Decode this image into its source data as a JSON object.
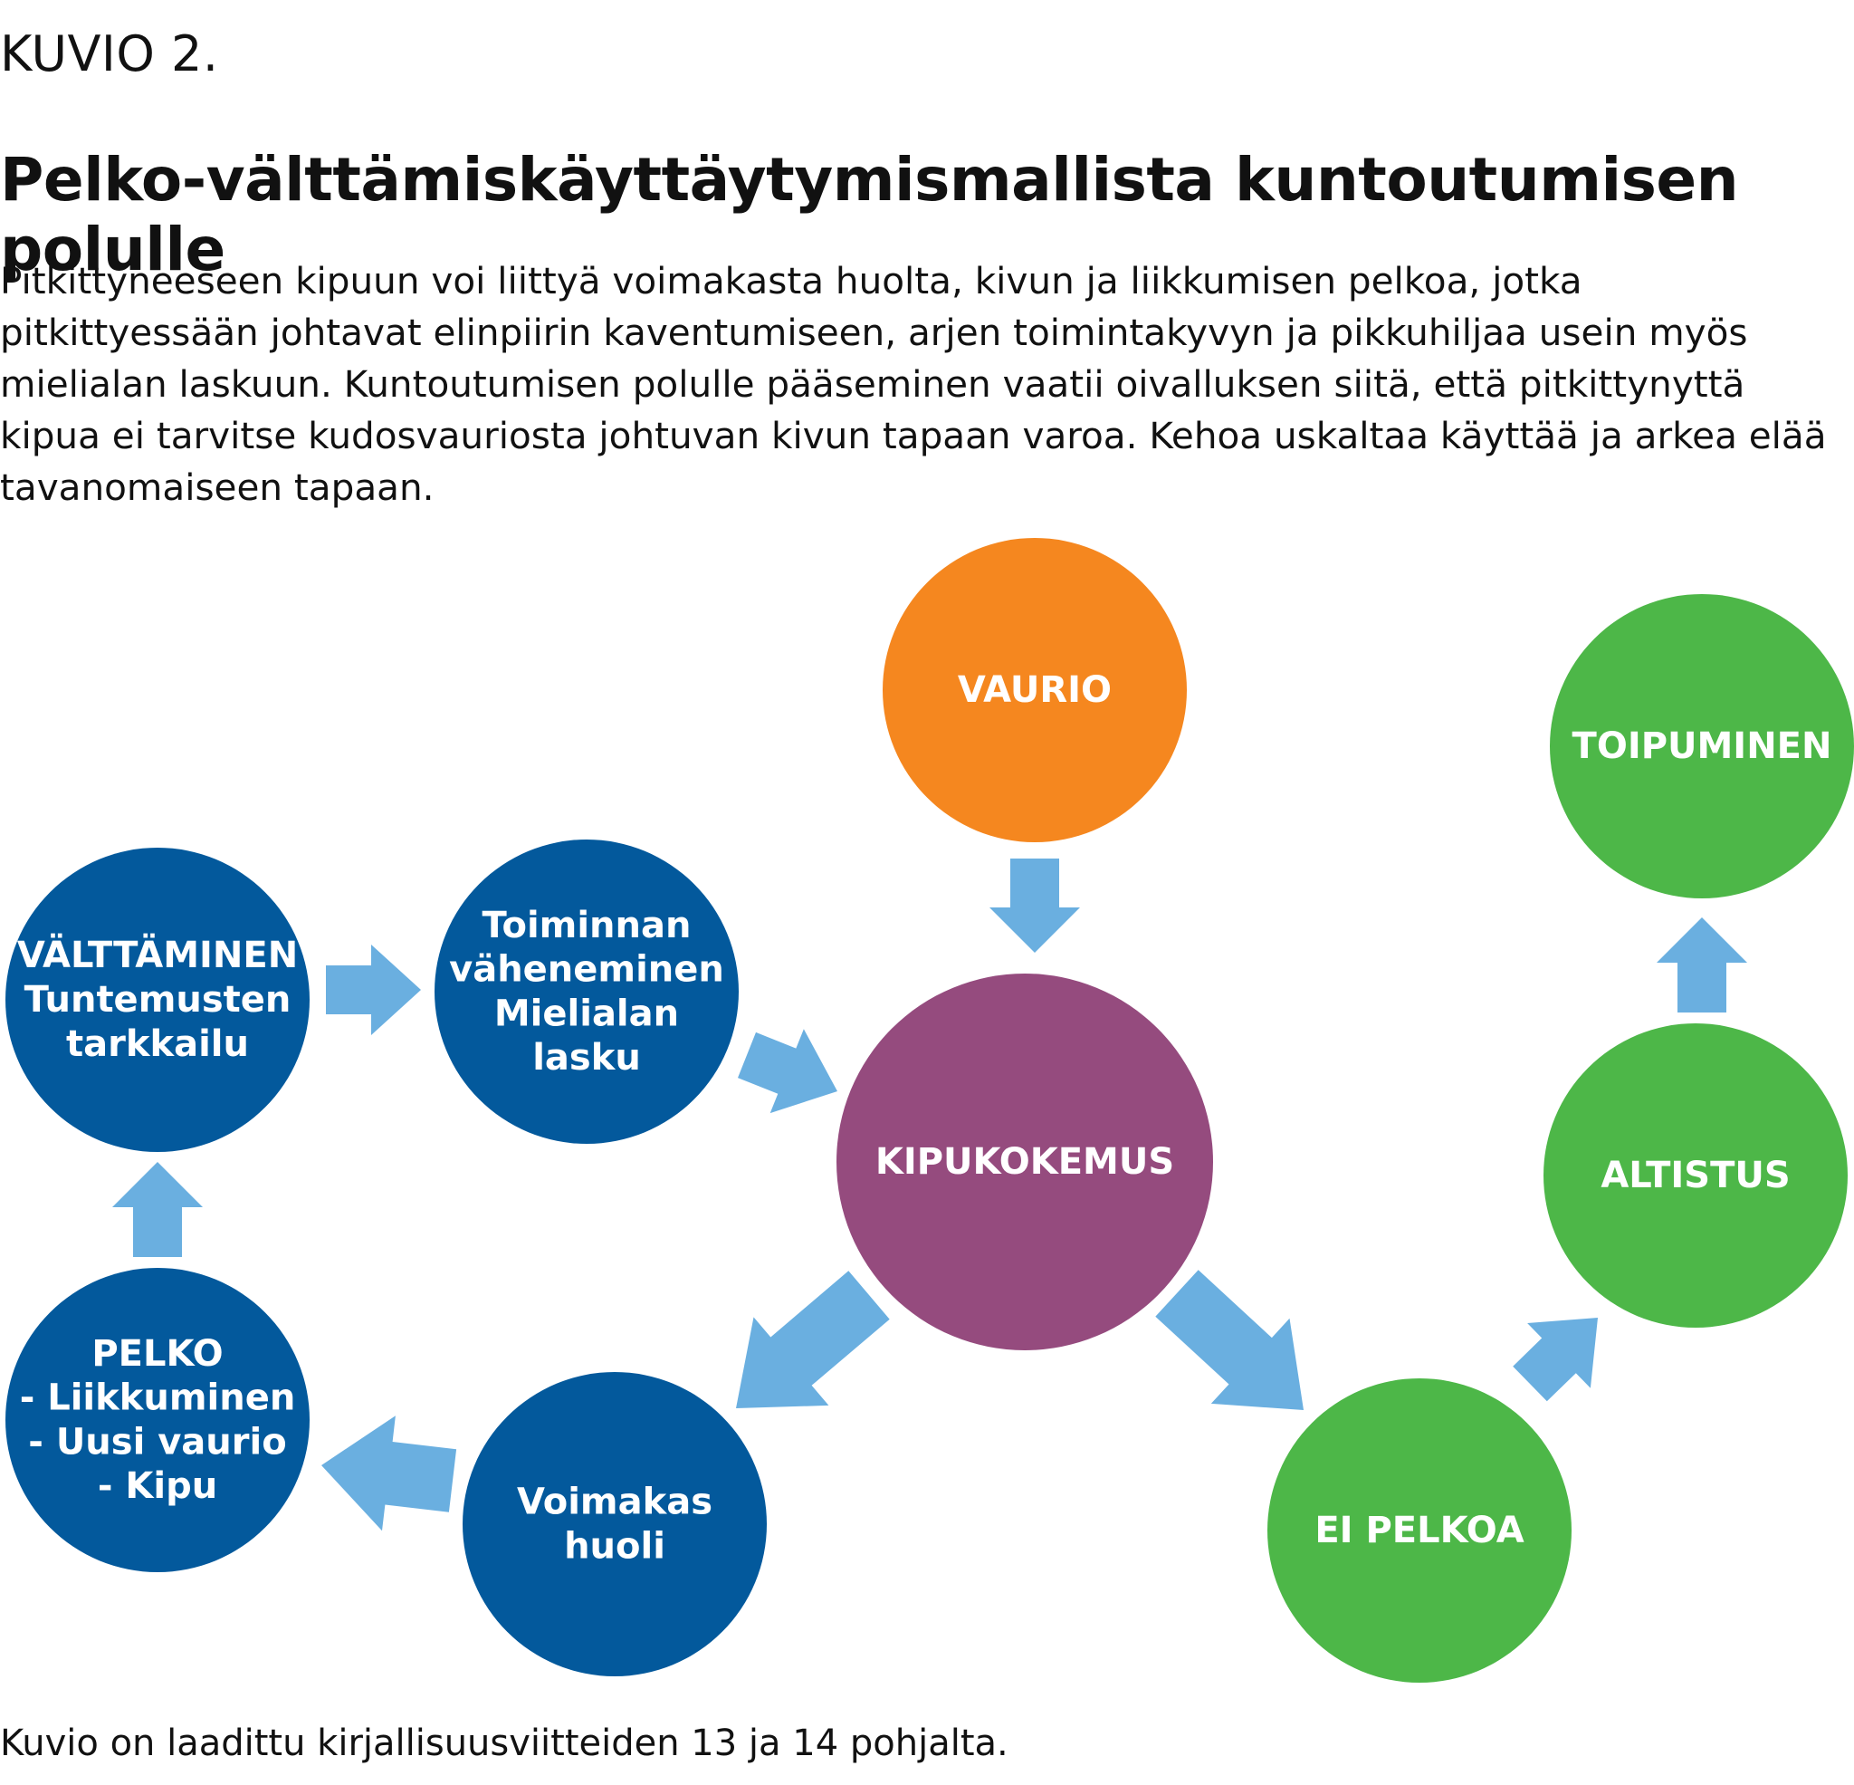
{
  "header": {
    "figure_label": "KUVIO 2.",
    "title": "Pelko-välttämiskäyttäytymismallista kuntoutumisen polulle",
    "intro": "Pitkittyneeseen kipuun voi liittyä voimakasta huolta, kivun ja liikkumisen pelkoa, jotka pitkittyessään johtavat elinpiirin kaventumiseen, arjen toimintakyvyn ja pikkuhiljaa usein myös mielialan laskuun. Kuntoutumisen polulle pääseminen vaatii oivalluksen siitä, että pitkittynyttä kipua ei tarvitse kudosvauriosta johtuvan kivun tapaan varoa. Kehoa uskaltaa käyttää ja arkea elää tavanomaiseen tapaan."
  },
  "footer": {
    "note": "Kuvio on laadittu kirjallisuusviitteiden 13 ja 14 pohjalta."
  },
  "colors": {
    "orange": "#f5871f",
    "purple": "#954b7e",
    "blue": "#03599c",
    "green": "#4db748",
    "arrow": "#6aafe0"
  },
  "nodes": {
    "vaurio": {
      "lines": [
        "VAURIO"
      ],
      "color": "orange"
    },
    "kipukokemus": {
      "lines": [
        "KIPUKOKEMUS"
      ],
      "color": "purple"
    },
    "valttaminen": {
      "lines": [
        "VÄLTTÄMINEN",
        "Tuntemusten",
        "tarkkailu"
      ],
      "color": "blue"
    },
    "toiminnan": {
      "lines": [
        "Toiminnan",
        "väheneminen",
        "Mielialan",
        "lasku"
      ],
      "color": "blue"
    },
    "pelko": {
      "lines": [
        "PELKO",
        "- Liikkuminen",
        "- Uusi vaurio",
        "- Kipu"
      ],
      "color": "blue"
    },
    "huoli": {
      "lines": [
        "Voimakas",
        "huoli"
      ],
      "color": "blue"
    },
    "ei_pelkoa": {
      "lines": [
        "EI PELKOA"
      ],
      "color": "green"
    },
    "altistus": {
      "lines": [
        "ALTISTUS"
      ],
      "color": "green"
    },
    "toipuminen": {
      "lines": [
        "TOIPUMINEN"
      ],
      "color": "green"
    }
  },
  "flows": [
    {
      "from": "vaurio",
      "to": "kipukokemus"
    },
    {
      "from": "kipukokemus",
      "to": "huoli"
    },
    {
      "from": "huoli",
      "to": "pelko"
    },
    {
      "from": "pelko",
      "to": "valttaminen"
    },
    {
      "from": "valttaminen",
      "to": "toiminnan"
    },
    {
      "from": "toiminnan",
      "to": "kipukokemus"
    },
    {
      "from": "kipukokemus",
      "to": "ei_pelkoa"
    },
    {
      "from": "ei_pelkoa",
      "to": "altistus"
    },
    {
      "from": "altistus",
      "to": "toipuminen"
    }
  ]
}
